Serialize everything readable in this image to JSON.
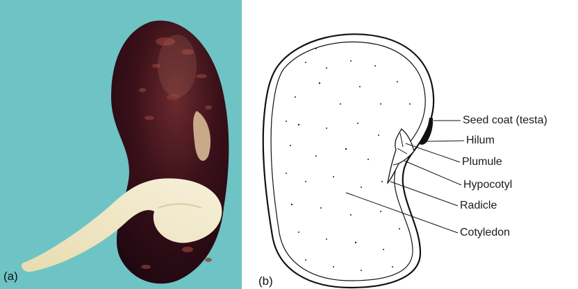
{
  "panels": {
    "photo_label": "(a)",
    "diagram_label": "(b)"
  },
  "labels": {
    "seed_coat": "Seed coat (testa)",
    "hilum": "Hilum",
    "plumule": "Plumule",
    "hypocotyl": "Hypocotyl",
    "radicle": "Radicle",
    "cotyledon": "Cotyledon"
  },
  "colors": {
    "photo_background": "#6ec4c4",
    "seed_coat_photo": "#2a0c14",
    "seedling": "#efe6c8",
    "line": "#111111"
  }
}
